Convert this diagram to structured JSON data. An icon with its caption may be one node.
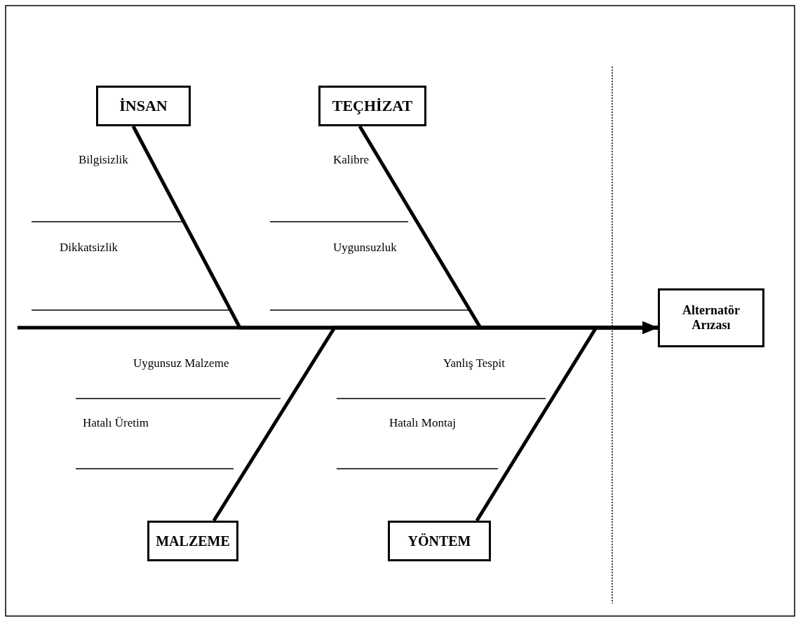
{
  "diagram": {
    "nodes": [
      {
        "text": [
          "İNSAN"
        ]
      },
      {
        "text": [
          "TEÇHİZAT"
        ]
      },
      {
        "text": [
          "MALZEME"
        ]
      },
      {
        "text": [
          "YÖNTEM"
        ]
      },
      {
        "text": [
          "Alternatör Arızası"
        ]
      }
    ],
    "edges": [
      {
        "from": null,
        "to": 4,
        "arrow": "to"
      },
      {
        "from": 0,
        "to": 4,
        "arrow": "to"
      },
      {
        "from": 1,
        "to": 4,
        "arrow": "to"
      },
      {
        "from": 2,
        "to": 4,
        "arrow": "to"
      },
      {
        "from": 3,
        "to": 4,
        "arrow": "to"
      }
    ],
    "labels": [
      "Bilgisizlik",
      "Kalibre",
      "Dikkatsizlik",
      "Uygunsuzluk",
      "Uygunsuz Malzeme",
      "Yanlış Tespit",
      "Hatalı Üretim",
      "Hatalı Montaj"
    ]
  }
}
